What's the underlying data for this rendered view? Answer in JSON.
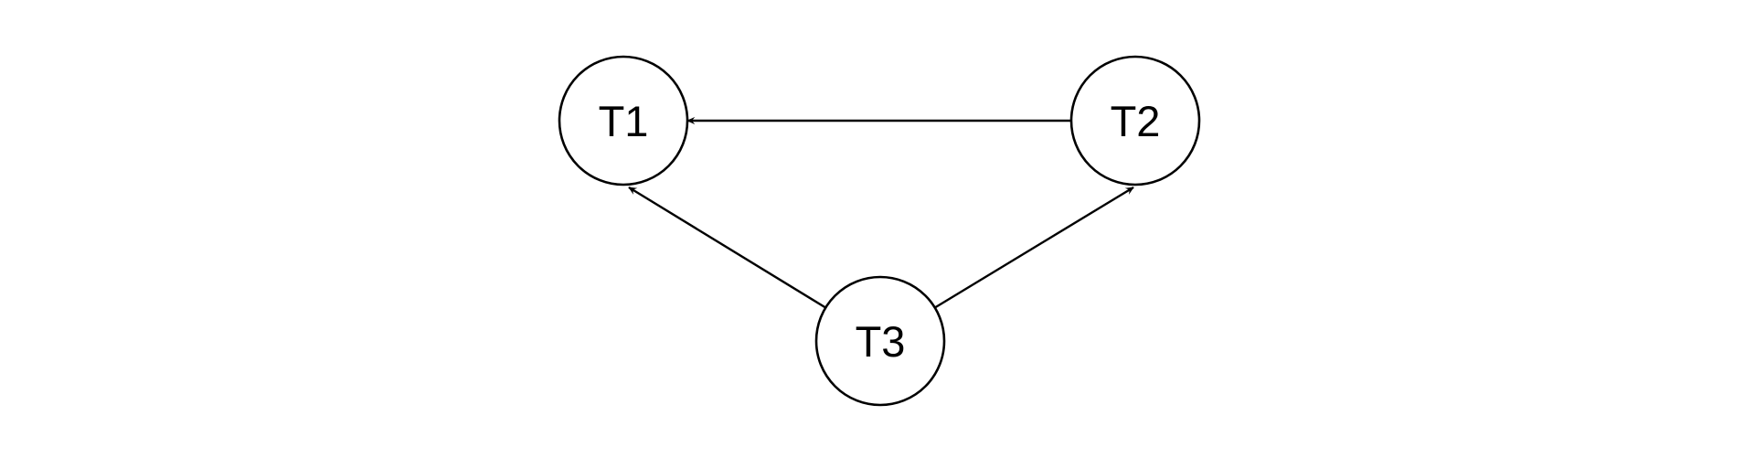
{
  "diagram": {
    "nodes": [
      {
        "id": "T1",
        "label": "T1"
      },
      {
        "id": "T2",
        "label": "T2"
      },
      {
        "id": "T3",
        "label": "T3"
      }
    ],
    "edges": [
      {
        "from": "T2",
        "to": "T1"
      },
      {
        "from": "T3",
        "to": "T1"
      },
      {
        "from": "T3",
        "to": "T2"
      }
    ],
    "colors": {
      "stroke": "#000000",
      "fill": "#ffffff"
    }
  }
}
